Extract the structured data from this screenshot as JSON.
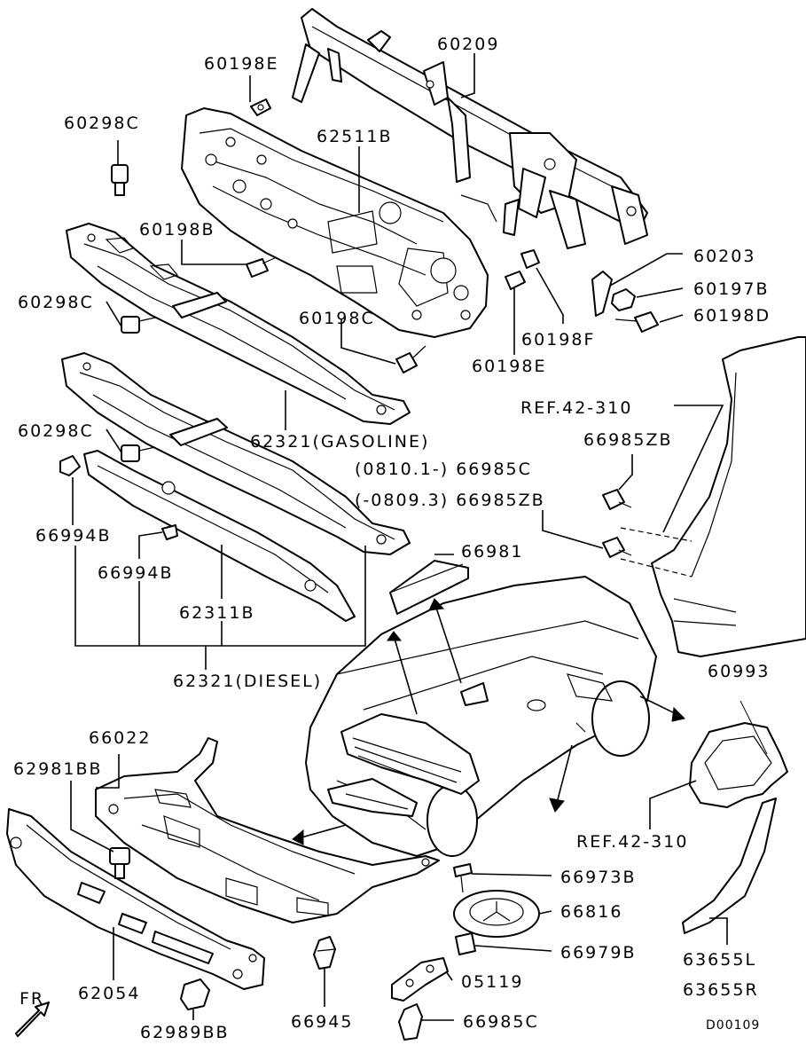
{
  "labels": {
    "p60198E_top": "60198E",
    "p60209": "60209",
    "p60298C_top": "60298C",
    "p62511B": "62511B",
    "p60198B": "60198B",
    "p60203": "60203",
    "p60298C_mid": "60298C",
    "p60197B": "60197B",
    "p60198C": "60198C",
    "p60198D": "60198D",
    "p60198F": "60198F",
    "p60198E_mid": "60198E",
    "ref_42_310_top": "REF.42-310",
    "p62321_gasoline": "62321(GASOLINE)",
    "p60298C_low": "60298C",
    "p66985ZB_a": "66985ZB",
    "p66985C_range": "(0810.1-) 66985C",
    "p66985ZB_range": "(-0809.3) 66985ZB",
    "p66994B_a": "66994B",
    "p66981": "66981",
    "p66994B_b": "66994B",
    "p62311B": "62311B",
    "p62321_diesel": "62321(DIESEL)",
    "p60993": "60993",
    "p66022": "66022",
    "p62981BB": "62981BB",
    "ref_42_310_low": "REF.42-310",
    "p66973B": "66973B",
    "p66816": "66816",
    "p66979B": "66979B",
    "p62054": "62054",
    "p63655L": "63655L",
    "p05119": "05119",
    "p63655R": "63655R",
    "fr": "FR",
    "p66945": "66945",
    "p66985C_bottom": "66985C",
    "p62989BB": "62989BB",
    "drawing_code": "D00109"
  }
}
